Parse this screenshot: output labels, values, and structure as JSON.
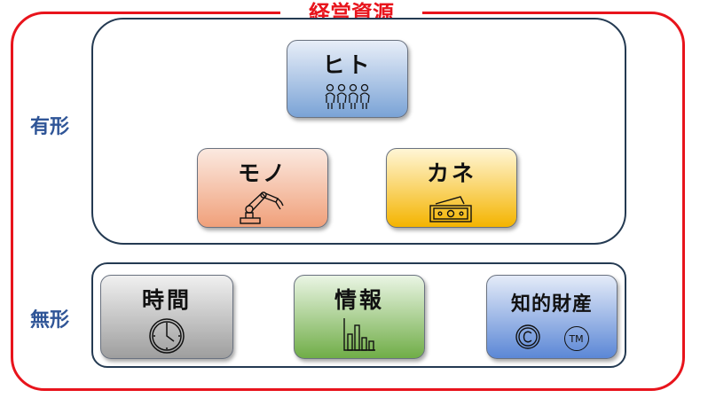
{
  "title": "経営資源",
  "groups": {
    "tangible": {
      "label": "有形",
      "cards": {
        "people": {
          "label": "ヒト",
          "icon": "people-icon"
        },
        "things": {
          "label": "モノ",
          "icon": "robot-arm-icon"
        },
        "money": {
          "label": "カネ",
          "icon": "banknote-icon"
        }
      }
    },
    "intangible": {
      "label": "無形",
      "cards": {
        "time": {
          "label": "時間",
          "icon": "clock-icon"
        },
        "info": {
          "label": "情報",
          "icon": "bar-chart-icon"
        },
        "ip": {
          "label": "知的財産",
          "icon": "copyright-trademark-icons",
          "trademark_text": "TM"
        }
      }
    }
  },
  "colors": {
    "frame": "#e8141c",
    "side_label": "#2f5597",
    "people": "#7aa3d6",
    "things": "#f0a07a",
    "money": "#f4b400",
    "time": "#9e9e9e",
    "info": "#70ad47",
    "ip": "#5b87d6"
  }
}
